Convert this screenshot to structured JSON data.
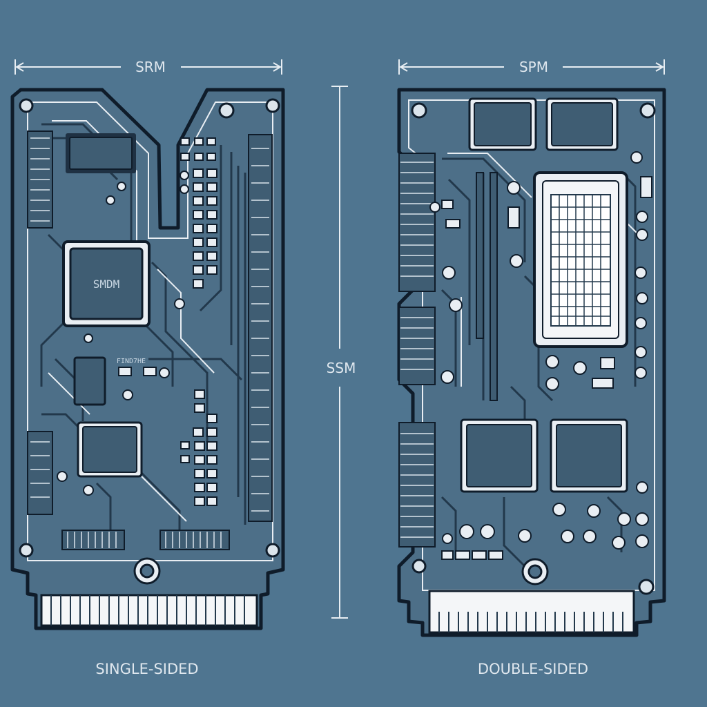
{
  "dimensions": {
    "left_width": "SRM",
    "right_width": "SPM",
    "height": "SSM"
  },
  "left_module": {
    "caption": "SINGLE-SIDED",
    "main_chip_label": "SMDM",
    "small_chip_label": "FIND7HE"
  },
  "right_module": {
    "caption": "DOUBLE-SIDED"
  },
  "colors": {
    "background": "#4f7590",
    "board": "#4d6f88",
    "outline": "#0f1c2a",
    "trace": "#22384b",
    "trace_light": "#e9eef3",
    "chip": "#3f5d73",
    "contacts": "#f4f6f8"
  }
}
